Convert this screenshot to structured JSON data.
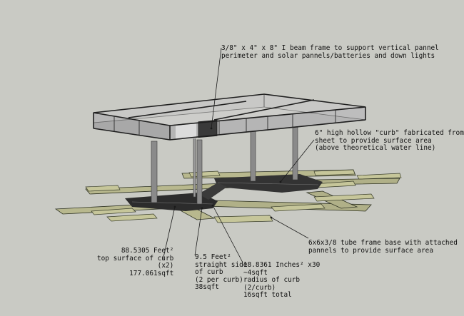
{
  "annotations": {
    "ibeam_frame": "3/8\" x 4\" x 8\" I beam frame to support vertical pannel\nperimeter and solar pannels/batteries and down lights",
    "curb": "6\" high hollow \"curb\" fabricated from\nsheet to provide surface area\n(above theoretical water line)",
    "tube_base": "6x6x3/8 tube frame base with attached\npannels to provide surface area",
    "top_surface": "88.5305 Feet²\ntop surface of curb\n(x2)\n177.061sqft",
    "straight_side": "9.5 Feet²\nstraight side\nof curb\n(2 per curb)\n38sqft",
    "radius": "18.8361 Inches² x30\n~4sqft\nradius of curb\n(2/curb)\n16sqft total"
  },
  "colors": {
    "background": "#c9cac4",
    "pontoon_panel": "#b8b88e",
    "pontoon_outline": "#2f3324",
    "curb": "#2c2c2c",
    "frame": "#2a2a2a",
    "glass": "#bcbcbc",
    "post": "#8a8a8a",
    "leader": "#1a1a1a"
  }
}
